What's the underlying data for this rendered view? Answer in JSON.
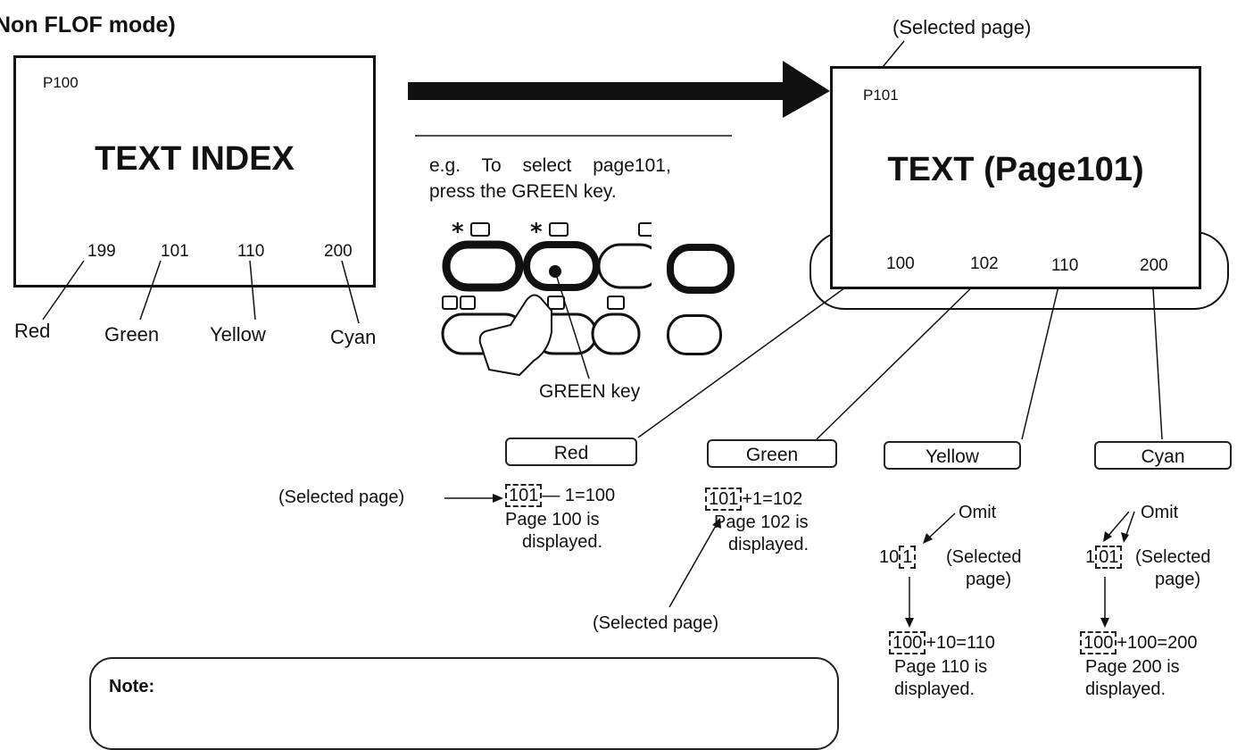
{
  "heading": "Non FLOF mode)",
  "left_screen": {
    "page": "P100",
    "title": "TEXT INDEX",
    "numbers": [
      "199",
      "101",
      "110",
      "200"
    ],
    "colors": [
      "Red",
      "Green",
      "Yellow",
      "Cyan"
    ]
  },
  "instruction": {
    "line1": "e.g. To select page101,",
    "line2": "press the GREEN key."
  },
  "remote": {
    "green_key_label": "GREEN key"
  },
  "right_screen": {
    "selected_caption": "(Selected page)",
    "page": "P101",
    "title": "TEXT (Page101)",
    "numbers": [
      "100",
      "102",
      "110",
      "200"
    ]
  },
  "calc": {
    "red": {
      "label": "Red",
      "selected_caption": "(Selected page)",
      "box": "101",
      "expr": "— 1=100",
      "result1": "Page 100 is",
      "result2": "displayed."
    },
    "green": {
      "label": "Green",
      "box": "101",
      "expr": "+1=102",
      "result1": "Page 102 is",
      "result2": "displayed.",
      "selected_caption": "(Selected page)"
    },
    "yellow": {
      "label": "Yellow",
      "omit": "Omit",
      "num_prefix": "10",
      "num_box": "1",
      "sel1": "(Selected",
      "sel2": "page)",
      "box": "100",
      "expr": "+10=110",
      "result1": "Page 110 is",
      "result2": "displayed."
    },
    "cyan": {
      "label": "Cyan",
      "omit": "Omit",
      "num_prefix": "1",
      "num_box": "01",
      "sel1": "(Selected",
      "sel2": "page)",
      "box": "100",
      "expr": "+100=200",
      "result1": "Page 200 is",
      "result2": "displayed."
    }
  },
  "note": {
    "title": "Note:"
  }
}
